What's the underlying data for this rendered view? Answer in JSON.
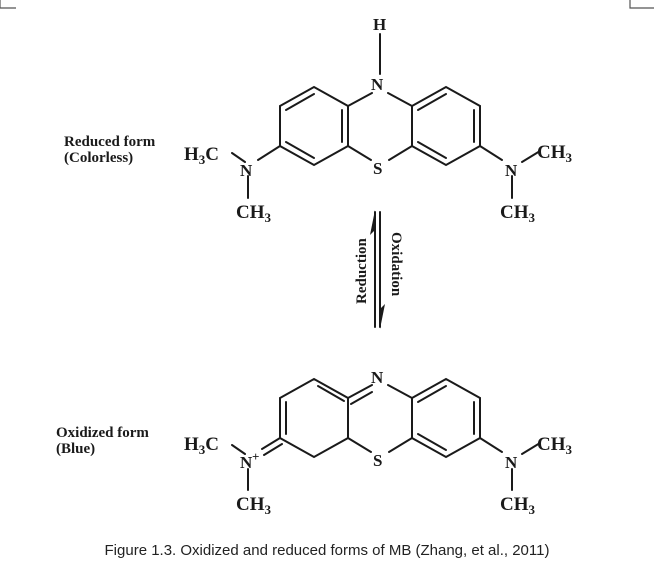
{
  "labels": {
    "reduced_line1": "Reduced form",
    "reduced_line2": "(Colorless)",
    "oxidized_line1": "Oxidized form",
    "oxidized_line2": "(Blue)",
    "reduction": "Reduction",
    "oxidation": "Oxidation"
  },
  "reduced": {
    "h_top": "H",
    "n_ring": "N",
    "s_ring": "S",
    "left_methyl": "H3C",
    "left_n": "N",
    "left_ch3": "CH3",
    "right_methyl": "CH3",
    "right_n": "N",
    "right_ch3": "CH3"
  },
  "oxidized": {
    "n_ring": "N",
    "s_ring": "S",
    "left_methyl": "H3C",
    "left_n": "N",
    "left_charge": "+",
    "left_ch3": "CH3",
    "right_methyl": "CH3",
    "right_n": "N",
    "right_ch3": "CH3"
  },
  "caption": "Figure 1.3. Oxidized and reduced forms of MB (Zhang, et al., 2011)"
}
